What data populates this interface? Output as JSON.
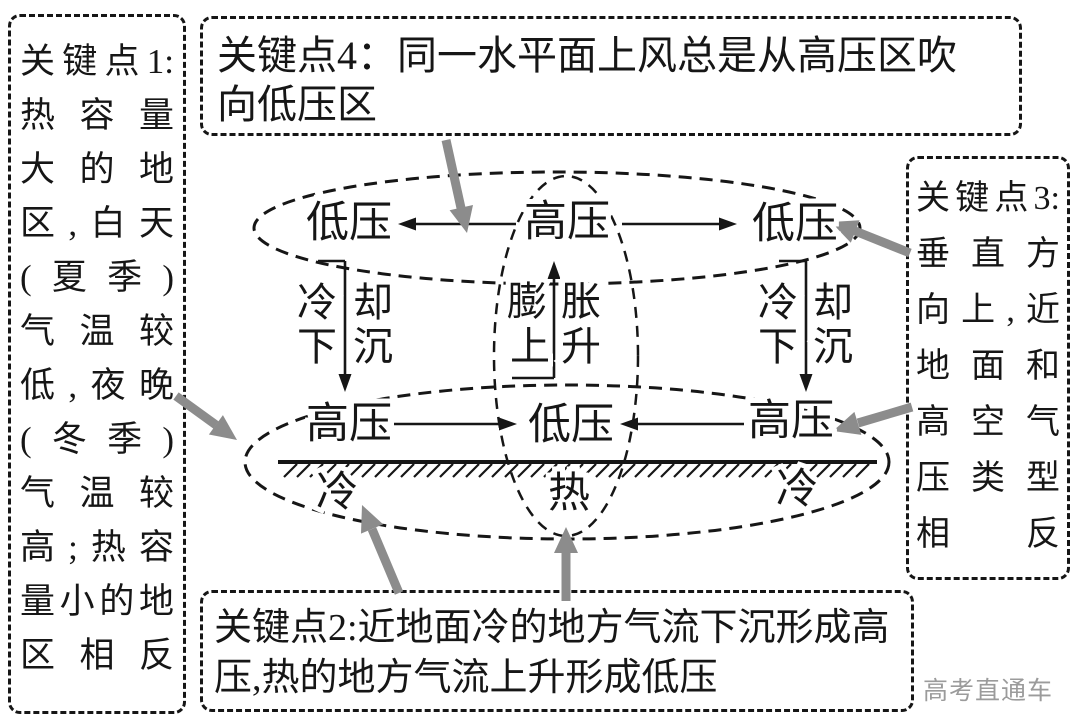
{
  "colors": {
    "ink": "#161616",
    "gray_arrow": "#8c8c8c",
    "watermark_gray": "#9b9b9b",
    "background": "#ffffff"
  },
  "left_panel": {
    "lines": [
      "关键点1:",
      "热容量",
      "大的地",
      "区,白天",
      "(夏季)",
      "气温较",
      "低,夜晚",
      "(冬季)",
      "气温较",
      "高;热容",
      "量小的地",
      "区相反"
    ]
  },
  "top_panel": {
    "lines": [
      "关键点4：同一水平面上风总是从高压区吹",
      "向低压区"
    ]
  },
  "right_panel": {
    "lines": [
      "关键点3:",
      "垂直方",
      "向上,近",
      "地面和",
      "高空气",
      "压类型",
      "相反"
    ]
  },
  "bottom_panel": {
    "lines": [
      "关键点2:近地面冷的地方气流下沉形成高",
      "压,热的地方气流上升形成低压"
    ]
  },
  "diagram": {
    "upper_level": {
      "left": "低压",
      "center": "高压",
      "right": "低压"
    },
    "lower_level": {
      "left": "高压",
      "center": "低压",
      "right": "高压"
    },
    "surface": {
      "left": "冷",
      "center": "热",
      "right": "冷"
    },
    "process_left": {
      "c1": "冷",
      "c2": "却",
      "c3": "下",
      "c4": "沉"
    },
    "process_center": {
      "c1": "膨",
      "c2": "胀",
      "c3": "上",
      "c4": "升"
    },
    "process_right": {
      "c1": "冷",
      "c2": "却",
      "c3": "下",
      "c4": "沉"
    }
  },
  "watermark": "高考直通车"
}
